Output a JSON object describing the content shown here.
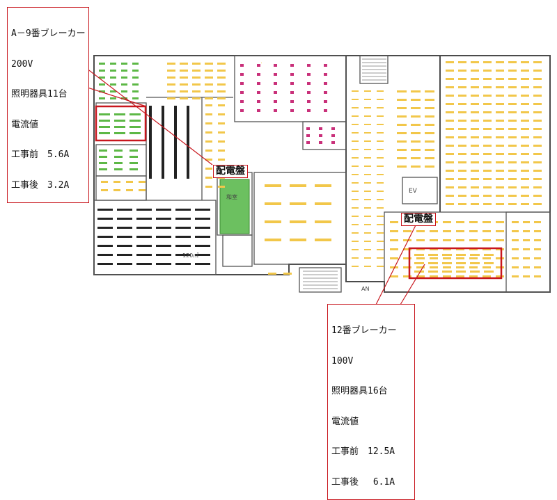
{
  "callout_a9": {
    "lines": [
      "A－9番ブレーカー",
      "200V",
      "照明器具11台",
      "電流値",
      "工事前　5.6A",
      "工事後　3.2A"
    ]
  },
  "callout_12": {
    "lines": [
      "12番ブレーカー",
      "100V",
      "照明器具16台",
      "電流値",
      "工事前　12.5A",
      "工事後　 6.1A"
    ]
  },
  "panel_label_1": "配電盤",
  "panel_label_2": "配電盤",
  "room_labels": {
    "japanese_room": "和室",
    "area": "120㎡",
    "ev": "EV",
    "an": "AN"
  },
  "colors": {
    "highlight": "#c8161d",
    "light_yellow": "#f2c74a",
    "light_green": "#5db846",
    "light_pink": "#c9307a",
    "dark_fixture": "#222222",
    "room_green": "#6cc060"
  }
}
